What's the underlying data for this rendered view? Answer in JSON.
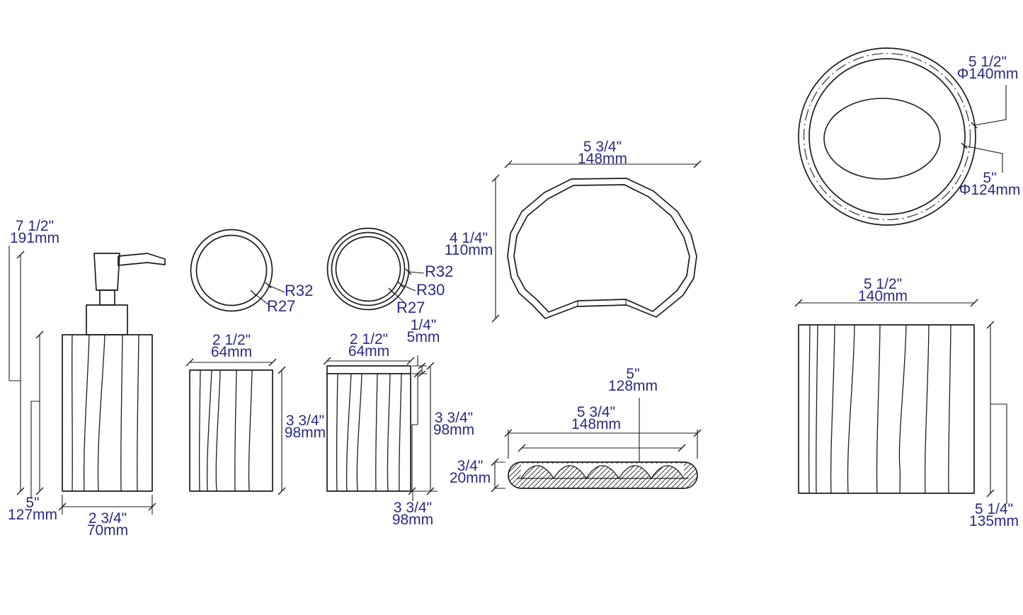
{
  "drawing": {
    "type": "technical-dimension-drawing",
    "subject": "bathroom accessory set",
    "background_color": "#ffffff",
    "line_color": "#1c1c1c",
    "dim_text_color": "#2a2a85"
  },
  "figures": {
    "soap_dispenser": {
      "total_height": {
        "in": "7 1/2\"",
        "mm": "191mm"
      },
      "body_height": {
        "in": "5\"",
        "mm": "127mm"
      },
      "width": {
        "in": "2 3/4\"",
        "mm": "70mm"
      }
    },
    "tumbler_top": {
      "outer_radius": "R32",
      "inner_radius": "R27"
    },
    "tumbler_front": {
      "width": {
        "in": "2 1/2\"",
        "mm": "64mm"
      },
      "height": {
        "in": "3 3/4\"",
        "mm": "98mm"
      }
    },
    "toothbrush_holder_top": {
      "outer_radius": "R32",
      "middle_radius": "R30",
      "inner_radius": "R27"
    },
    "toothbrush_holder_front": {
      "width": {
        "in": "2 1/2\"",
        "mm": "64mm"
      },
      "rim_height": {
        "in": "1/4\"",
        "mm": "5mm"
      },
      "outer_height": {
        "in": "3 3/4\"",
        "mm": "98mm"
      },
      "inner_height": {
        "in": "3 3/4\"",
        "mm": "98mm"
      }
    },
    "soap_dish_top": {
      "width": {
        "in": "5 3/4\"",
        "mm": "148mm"
      },
      "depth": {
        "in": "4 1/4\"",
        "mm": "110mm"
      }
    },
    "soap_dish_side": {
      "inner_width": {
        "in": "5\"",
        "mm": "128mm"
      },
      "outer_width": {
        "in": "5 3/4\"",
        "mm": "148mm"
      },
      "height": {
        "in": "3/4\"",
        "mm": "20mm"
      }
    },
    "waste_bin_top": {
      "outer_diameter": {
        "in": "5 1/2\"",
        "mm": "Φ140mm"
      },
      "inner_diameter": {
        "in": "5\"",
        "mm": "Φ124mm"
      }
    },
    "waste_bin_front": {
      "width": {
        "in": "5 1/2\"",
        "mm": "140mm"
      },
      "height": {
        "in": "5 1/4\"",
        "mm": "135mm"
      }
    }
  }
}
